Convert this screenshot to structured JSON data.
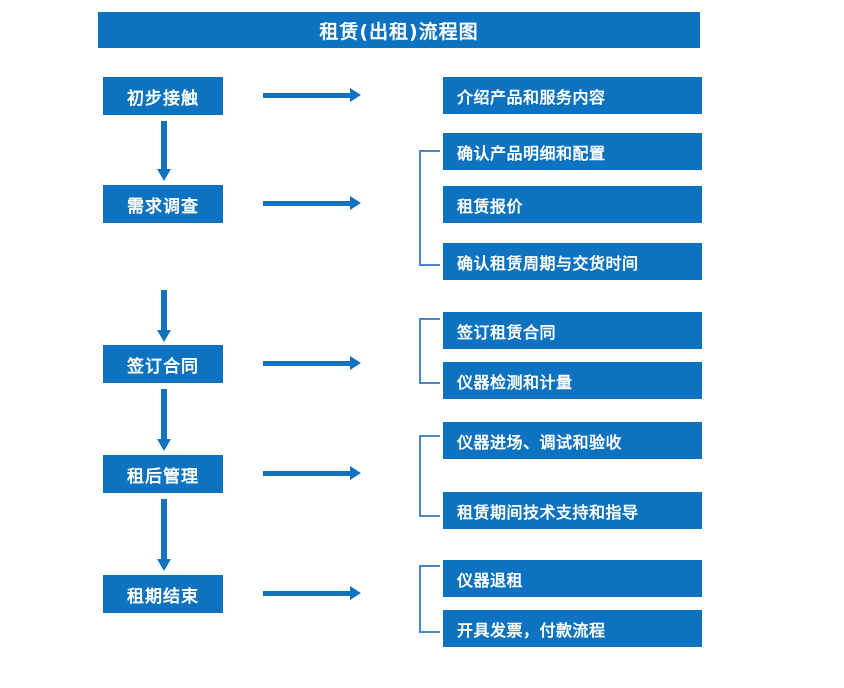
{
  "title": "租赁(出租)流程图",
  "colors": {
    "box_fill": "#0d72c0",
    "box_text": "#ffffff",
    "arrow": "#1272bd",
    "bracket": "#4a84c4",
    "background": "#ffffff"
  },
  "stages": [
    {
      "label": "初步接触"
    },
    {
      "label": "需求调查"
    },
    {
      "label": "签订合同"
    },
    {
      "label": "租后管理"
    },
    {
      "label": "租期结束"
    }
  ],
  "details": [
    {
      "label": "介绍产品和服务内容"
    },
    {
      "label": "确认产品明细和配置"
    },
    {
      "label": "租赁报价"
    },
    {
      "label": "确认租赁周期与交货时间"
    },
    {
      "label": "签订租赁合同"
    },
    {
      "label": "仪器检测和计量"
    },
    {
      "label": "仪器进场、调试和验收"
    },
    {
      "label": "租赁期间技术支持和指导"
    },
    {
      "label": "仪器退租"
    },
    {
      "label": "开具发票，付款流程"
    }
  ],
  "connector_labels": {
    "flow_arrow": "流程箭头",
    "branch_bracket": "分组括号"
  }
}
